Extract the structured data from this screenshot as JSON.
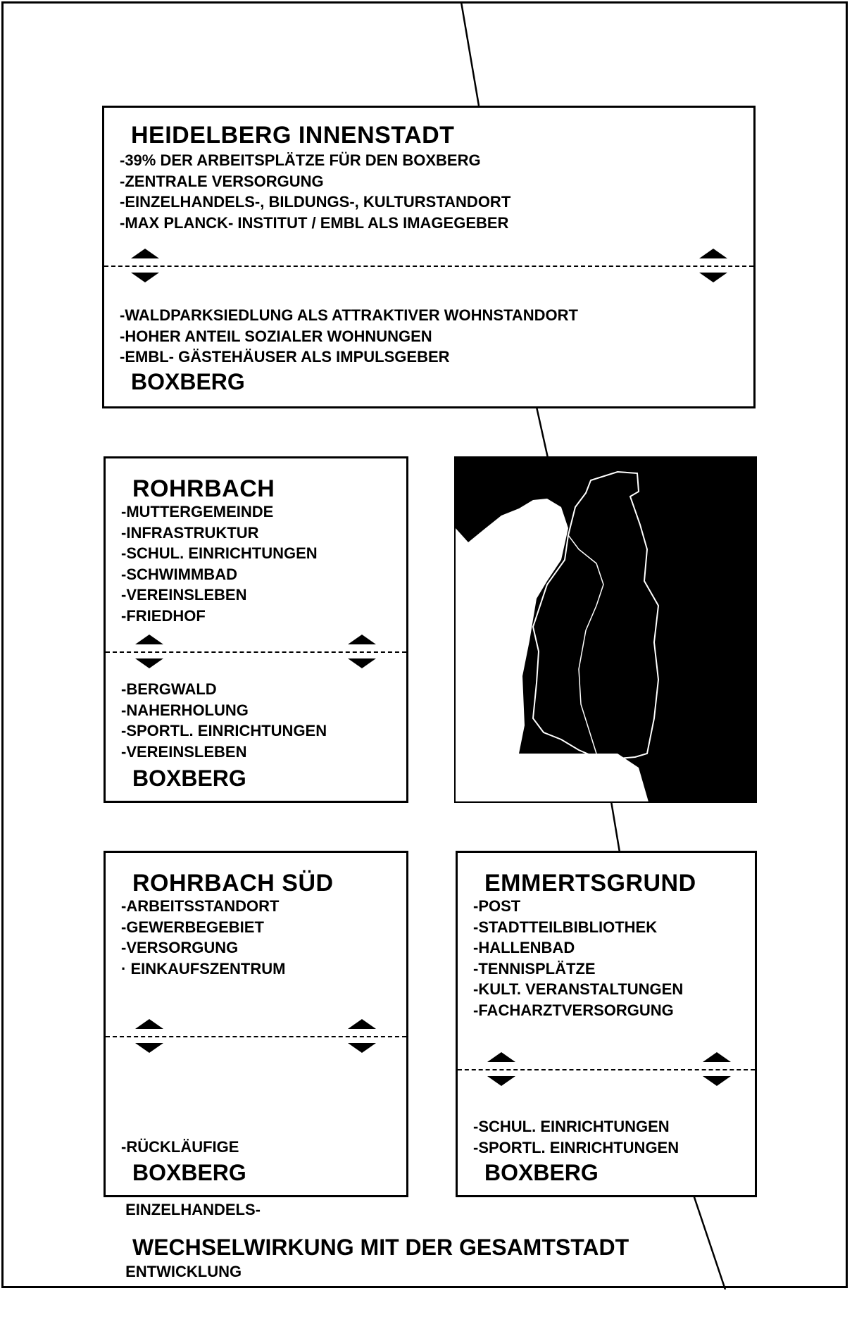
{
  "boxes": {
    "innenstadt": {
      "title": "HEIDELBERG INNENSTADT",
      "top_items": [
        "-39% DER ARBEITSPLÄTZE FÜR DEN BOXBERG",
        "-ZENTRALE VERSORGUNG",
        "-EINZELHANDELS-, BILDUNGS-, KULTURSTANDORT",
        "-MAX PLANCK- INSTITUT / EMBL ALS IMAGEGEBER"
      ],
      "bottom_items": [
        "-WALDPARKSIEDLUNG ALS ATTRAKTIVER WOHNSTANDORT",
        "-HOHER ANTEIL SOZIALER WOHNUNGEN",
        "-EMBL- GÄSTEHÄUSER ALS IMPULSGEBER"
      ],
      "footer": "BOXBERG"
    },
    "rohrbach": {
      "title": "ROHRBACH",
      "top_items": [
        "-MUTTERGEMEINDE",
        "-INFRASTRUKTUR",
        "-SCHUL. EINRICHTUNGEN",
        "-SCHWIMMBAD",
        "-VEREINSLEBEN",
        "-FRIEDHOF"
      ],
      "bottom_items": [
        "-BERGWALD",
        "-NAHERHOLUNG",
        "-SPORTL. EINRICHTUNGEN",
        "-VEREINSLEBEN"
      ],
      "footer": "BOXBERG"
    },
    "rohrbach_sued": {
      "title": "ROHRBACH SÜD",
      "top_items": [
        "-ARBEITSSTANDORT",
        "-GEWERBEGEBIET",
        "-VERSORGUNG",
        "· EINKAUFSZENTRUM"
      ],
      "bottom_items": [
        "-RÜCKLÄUFIGE",
        " EINZELHANDELS-",
        " ENTWICKLUNG"
      ],
      "footer": "BOXBERG"
    },
    "emmertsgrund": {
      "title": "EMMERTSGRUND",
      "top_items": [
        "-POST",
        "-STADTTEILBIBLIOTHEK",
        "-HALLENBAD",
        "-TENNISPLÄTZE",
        "-KULT. VERANSTALTUNGEN",
        "-FACHARZTVERSORGUNG"
      ],
      "bottom_items": [
        "-SCHUL. EINRICHTUNGEN",
        "-SPORTL. EINRICHTUNGEN"
      ],
      "footer": "BOXBERG"
    }
  },
  "footer_caption": "WECHSELWIRKUNG MIT DER GESAMTSTADT",
  "colors": {
    "ink": "#000000",
    "paper": "#ffffff"
  }
}
